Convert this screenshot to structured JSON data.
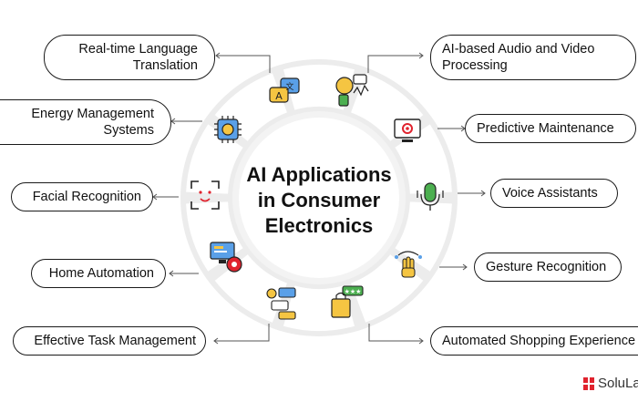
{
  "center": {
    "title_line1": "AI Applications",
    "title_line2": "in Consumer",
    "title_line3": "Electronics"
  },
  "items": [
    {
      "label": "Real-time Language Translation",
      "icon": "translate-icon"
    },
    {
      "label": "AI-based Audio and Video Processing",
      "icon": "audio-video-processing-icon"
    },
    {
      "label": "Energy Management Systems",
      "icon": "energy-chip-icon"
    },
    {
      "label": "Predictive Maintenance",
      "icon": "monitor-gear-icon"
    },
    {
      "label": "Facial Recognition",
      "icon": "face-scan-icon"
    },
    {
      "label": "Voice Assistants",
      "icon": "microphone-icon"
    },
    {
      "label": "Home Automation",
      "icon": "computer-gear-icon"
    },
    {
      "label": "Gesture Recognition",
      "icon": "hand-gesture-icon"
    },
    {
      "label": "Effective Task Management",
      "icon": "task-cards-icon"
    },
    {
      "label": "Automated Shopping Experience",
      "icon": "shopping-bag-icon"
    }
  ],
  "labels": {
    "translation_1": "Real-time Language",
    "translation_2": "Translation",
    "audio_1": "AI-based Audio and Video",
    "audio_2": "Processing",
    "energy_1": "Energy Management",
    "energy_2": "Systems",
    "predictive": "Predictive Maintenance",
    "facial": "Facial Recognition",
    "voice": "Voice Assistants",
    "home": "Home Automation",
    "gesture": "Gesture Recognition",
    "task": "Effective Task Management",
    "shopping": "Automated Shopping Experience"
  },
  "brand": {
    "name": "SoluLab"
  },
  "colors": {
    "accent": "#e0232e",
    "icon_blue": "#3b6fd8",
    "icon_yellow": "#f5c542",
    "icon_green": "#4caf50",
    "segment": "#ffffff",
    "ring": "#eeeeee"
  }
}
